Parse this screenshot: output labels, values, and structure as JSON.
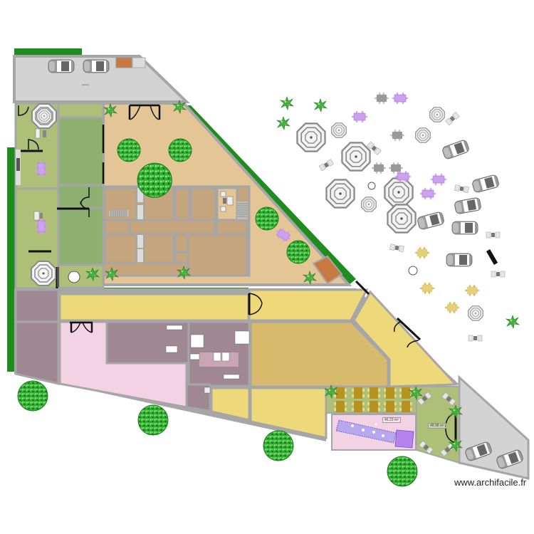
{
  "app": {
    "name": "Archifacile floor plan",
    "watermark": "www.archifacile.fr"
  },
  "colors": {
    "background": "#ffffff",
    "wall": "#a6a6a6",
    "parking": "#d3d3d3",
    "hedge": "#1e8c1e",
    "lawn_light": "#aebf78",
    "lawn_dark": "#8db070",
    "terrace_beige": "#e3c596",
    "room_tan": "#c4a57e",
    "room_mauve": "#9f8891",
    "room_pink": "#f3d3e3",
    "room_yellow": "#eed97a",
    "room_gold": "#d8ba6c",
    "brick": "#c87941",
    "pool_violet": "#b7a7ef",
    "furniture_violet": "#cda0f0",
    "furniture_gold": "#e5cf7b",
    "door": "#111111"
  },
  "labels": {
    "pool_area": "46.23 m²",
    "garden_area": "48.98 m²"
  },
  "zones": [
    {
      "id": "parking-north",
      "type": "parking",
      "cars": 2
    },
    {
      "id": "garden-west",
      "type": "lawn"
    },
    {
      "id": "lawn-center",
      "type": "lawn"
    },
    {
      "id": "terrace-north",
      "type": "terrace"
    },
    {
      "id": "building-tan",
      "type": "rooms",
      "rooms": 14
    },
    {
      "id": "hall-yellow",
      "type": "room"
    },
    {
      "id": "room-gold",
      "type": "room"
    },
    {
      "id": "wing-yellow-east",
      "type": "room"
    },
    {
      "id": "rooms-mauve-west",
      "type": "rooms",
      "rooms": 2
    },
    {
      "id": "room-pink",
      "type": "room"
    },
    {
      "id": "sanitary-block",
      "type": "rooms"
    },
    {
      "id": "dining-terrace",
      "type": "tables",
      "tables": 10
    },
    {
      "id": "pool",
      "type": "pool"
    },
    {
      "id": "garden-east",
      "type": "lawn"
    },
    {
      "id": "parking-southeast",
      "type": "parking",
      "cars": 2
    },
    {
      "id": "outdoor-area-east",
      "type": "open-air",
      "cars": 7,
      "umbrellas": 12
    }
  ]
}
